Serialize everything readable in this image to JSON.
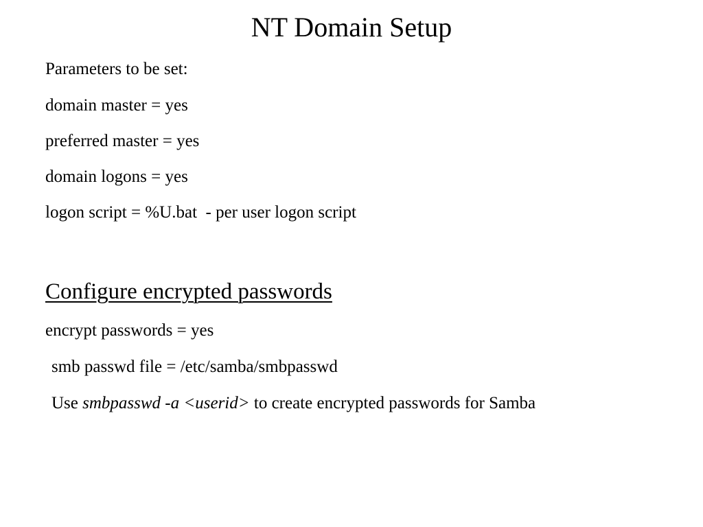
{
  "slide": {
    "title": "NT Domain Setup",
    "parameters": {
      "intro": "Parameters to be set:",
      "items": [
        "domain master = yes",
        "preferred master = yes",
        "domain logons = yes",
        "logon script = %U.bat  - per user logon script"
      ]
    },
    "encryption": {
      "heading": "Configure encrypted passwords",
      "items": [
        "encrypt passwords = yes",
        "smb passwd file = /etc/samba/smbpasswd"
      ],
      "usage": {
        "prefix": "Use ",
        "command": "smbpasswd -a <userid>",
        "suffix": " to create encrypted passwords for Samba"
      }
    }
  }
}
